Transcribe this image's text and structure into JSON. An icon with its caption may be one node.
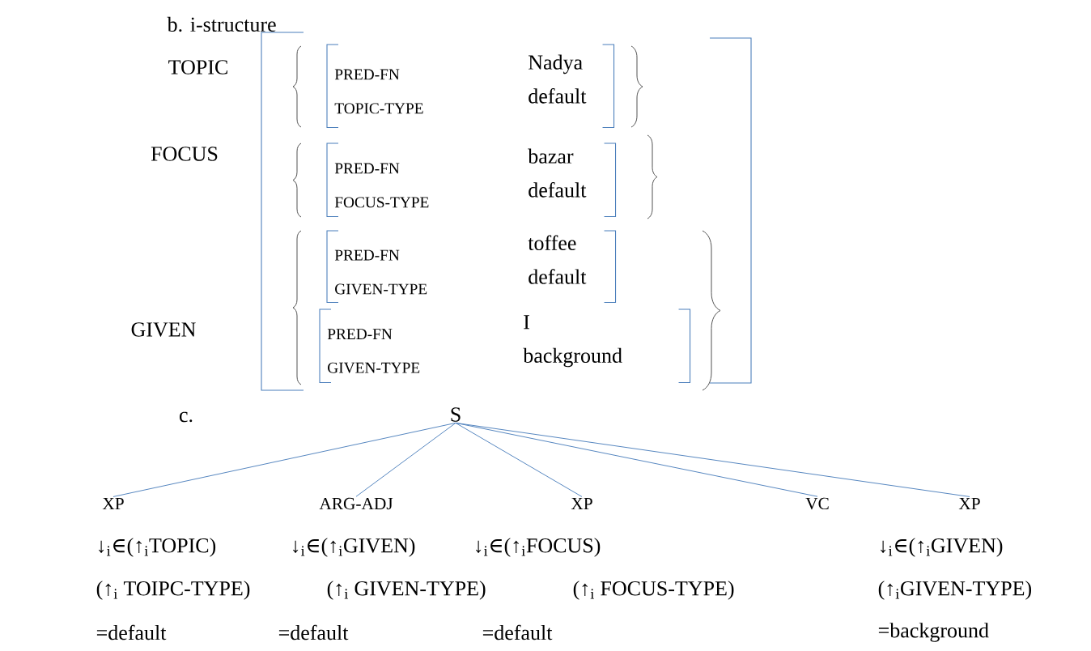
{
  "diagram": {
    "nodes": [
      {
        "text": [
          "PRED-FN",
          "Nadya",
          "TOPIC-TYPE",
          "default"
        ]
      },
      {
        "text": [
          "PRED-FN",
          "bazar",
          "FOCUS-TYPE",
          "default"
        ]
      },
      {
        "text": [
          "PRED-FN",
          "toffee",
          "GIVEN-TYPE",
          "default"
        ]
      },
      {
        "text": [
          "PRED-FN",
          "I",
          "GIVEN-TYPE",
          "background"
        ]
      },
      {
        "text": [
          "S"
        ]
      },
      {
        "text": [
          "XP"
        ],
        "beside": [
          "↓$_{i}$∈(↑$_{i}$TOPIC)",
          "(↑$_{i}$ TOIPC-TYPE)",
          "=default"
        ]
      },
      {
        "text": [
          "ARG-ADJ"
        ],
        "beside": [
          "↓$_{i}$∈(↑$_{i}$GIVEN)",
          "(↑$_{i}$ GIVEN-TYPE)",
          "=default"
        ]
      },
      {
        "text": [
          "XP"
        ],
        "beside": [
          "↓$_{i}$∈(↑$_{i}$FOCUS)",
          "(↑$_{i}$ FOCUS-TYPE)",
          "=default"
        ]
      },
      {
        "text": [
          "VC"
        ]
      },
      {
        "text": [
          "XP"
        ],
        "beside": [
          "↓$_{i}$∈(↑$_{i}$GIVEN)",
          "(↑$_{i}$GIVEN-TYPE)",
          "=background"
        ]
      }
    ],
    "edges": [
      {
        "from": 4,
        "to": 5,
        "arrow": "none"
      },
      {
        "from": 4,
        "to": 6,
        "arrow": "none"
      },
      {
        "from": 4,
        "to": 7,
        "arrow": "none"
      },
      {
        "from": 4,
        "to": 8,
        "arrow": "none"
      },
      {
        "from": 4,
        "to": 9,
        "arrow": "none"
      }
    ],
    "labels": [
      "b. i-structure",
      "TOPIC",
      "FOCUS",
      "GIVEN",
      "c."
    ]
  }
}
